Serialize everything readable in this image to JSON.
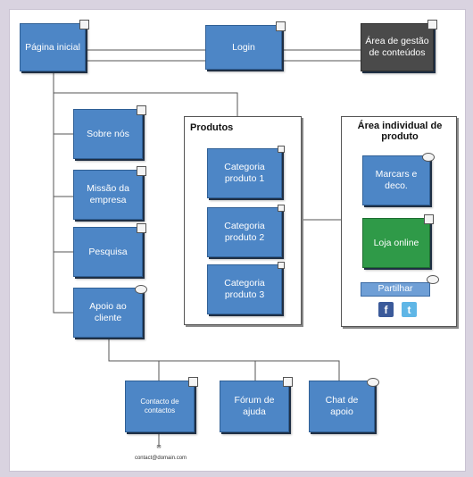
{
  "nodes": {
    "home": "Página inicial",
    "login": "Login",
    "cms": "Área de gestão de conteúdos",
    "about": "Sobre nós",
    "mission": "Missão da empresa",
    "search": "Pesquisa",
    "support": "Apoio ao cliente",
    "category1": "Categoria produto 1",
    "category2": "Categoria produto 2",
    "category3": "Categoria produto 3",
    "brand": "Marcars e deco.",
    "shop": "Loja online",
    "share": "Partilhar",
    "contact": "Contacto de contactos",
    "forum": "Fórum de ajuda",
    "chat": "Chat de apoio"
  },
  "groups": {
    "products_title": "Produtos",
    "individual_title": "Área individual de produto"
  },
  "footer": {
    "email": "contact@domain.com"
  },
  "colors": {
    "node_blue": "#4d86c6",
    "node_dark": "#4a4a4a",
    "node_green": "#2f9a48",
    "facebook": "#3b5a9a",
    "twitter": "#5fb6e6"
  },
  "icons": {
    "facebook": "facebook-icon",
    "twitter": "twitter-icon"
  }
}
